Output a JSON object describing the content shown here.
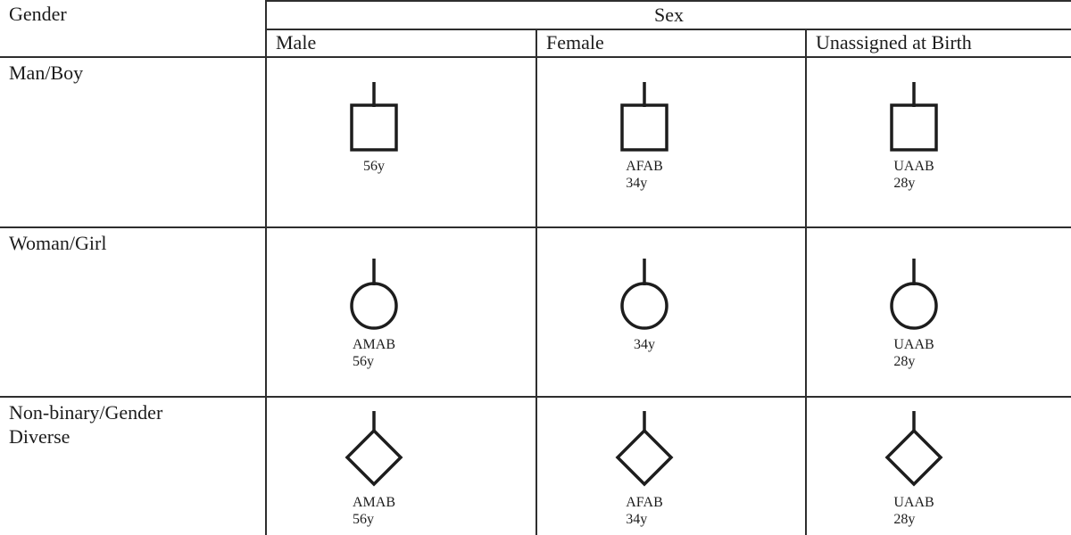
{
  "figure": {
    "type": "pedigree-nomenclature-table",
    "corner_header": "Gender",
    "sex_header": "Sex",
    "colors": {
      "background": "#ffffff",
      "text": "#1c1c1c",
      "grid_line": "#2e2e2e",
      "symbol_stroke": "#1d1d1d"
    },
    "table": {
      "col_headers": [
        "Male",
        "Female",
        "Unassigned at Birth"
      ],
      "rows": [
        {
          "label": "Man/Boy",
          "cells": [
            {
              "symbol": "square",
              "lines": [
                "56y"
              ]
            },
            {
              "symbol": "square",
              "lines": [
                "AFAB",
                "34y"
              ]
            },
            {
              "symbol": "square",
              "lines": [
                "UAAB",
                "28y"
              ]
            }
          ]
        },
        {
          "label": "Woman/Girl",
          "cells": [
            {
              "symbol": "circle",
              "lines": [
                "AMAB",
                "56y"
              ]
            },
            {
              "symbol": "circle",
              "lines": [
                "34y"
              ]
            },
            {
              "symbol": "circle",
              "lines": [
                "UAAB",
                "28y"
              ]
            }
          ]
        },
        {
          "label": "Non-binary/Gender Diverse",
          "cells": [
            {
              "symbol": "diamond",
              "lines": [
                "AMAB",
                "56y"
              ]
            },
            {
              "symbol": "diamond",
              "lines": [
                "AFAB",
                "34y"
              ]
            },
            {
              "symbol": "diamond",
              "lines": [
                "UAAB",
                "28y"
              ]
            }
          ]
        }
      ]
    }
  }
}
